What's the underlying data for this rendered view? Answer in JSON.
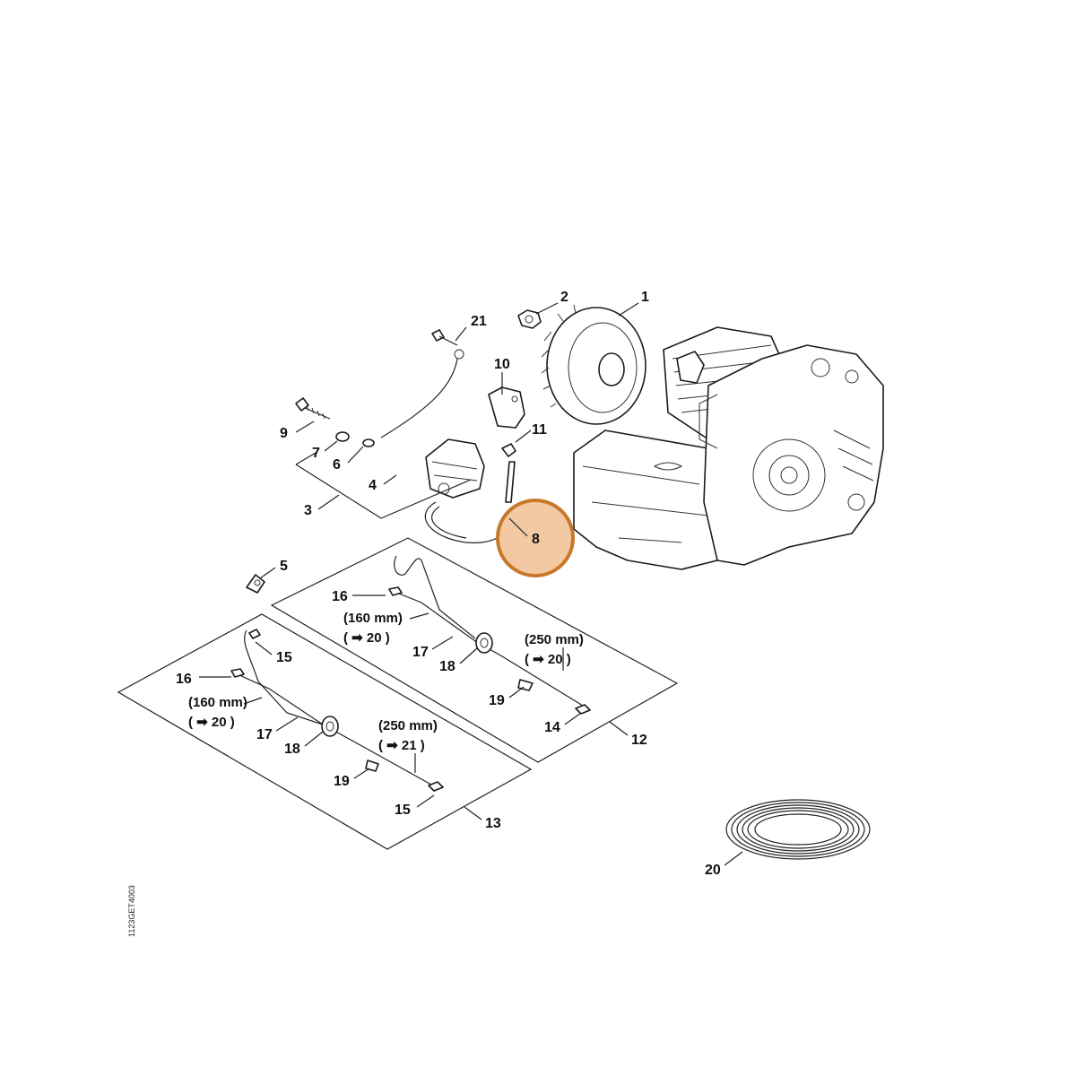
{
  "labels": {
    "p1": "1",
    "p2": "2",
    "p3": "3",
    "p4": "4",
    "p5": "5",
    "p6": "6",
    "p7": "7",
    "p8": "8",
    "p9": "9",
    "p10": "10",
    "p11": "11",
    "p12": "12",
    "p13": "13",
    "p14": "14",
    "p15a": "15",
    "p15b": "15",
    "p16a": "16",
    "p16b": "16",
    "p17a": "17",
    "p17b": "17",
    "p18a": "18",
    "p18b": "18",
    "p19a": "19",
    "p19b": "19",
    "p20": "20",
    "p21": "21"
  },
  "measures": {
    "a_len160": "(160 mm)",
    "a_ref160": "( ➡ 20 )",
    "a_len250": "(250 mm)",
    "a_ref250": "( ➡ 20 )",
    "b_len160": "(160 mm)",
    "b_ref160": "( ➡ 20 )",
    "b_len250": "(250 mm)",
    "b_ref250": "( ➡ 21 )"
  },
  "highlight": {
    "color": "#c8782a",
    "fill": "#f3c9a3",
    "label": "8"
  },
  "doc_id": "1123GET4003"
}
